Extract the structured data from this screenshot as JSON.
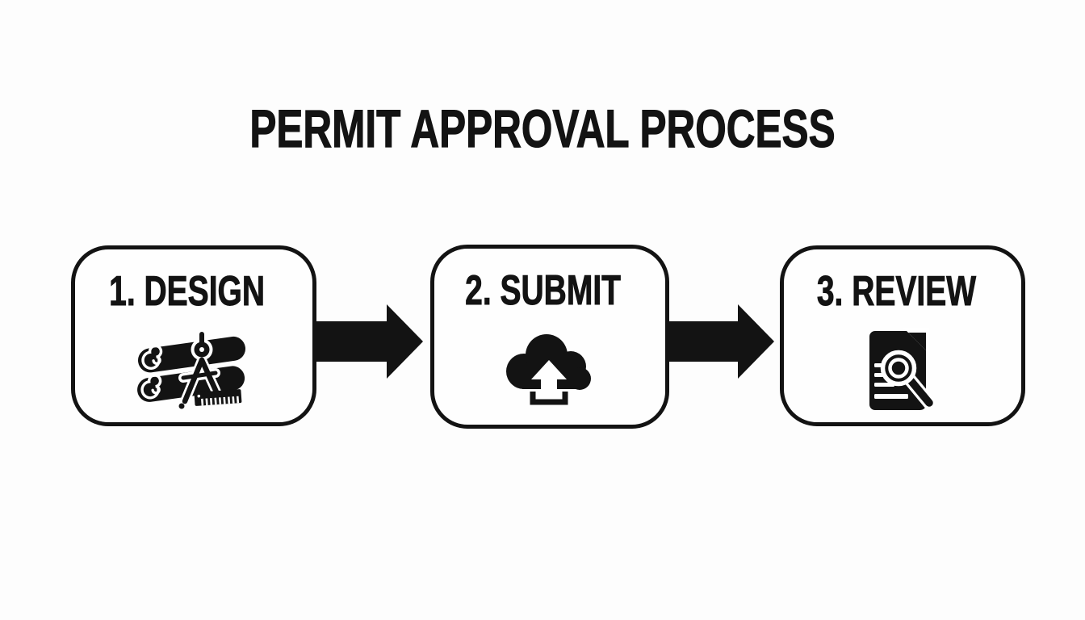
{
  "title": "PERMIT APPROVAL PROCESS",
  "steps": [
    {
      "label": "1. DESIGN",
      "icon": "blueprint-compass-icon"
    },
    {
      "label": "2. SUBMIT",
      "icon": "cloud-upload-icon"
    },
    {
      "label": "3. REVIEW",
      "icon": "document-magnifier-icon"
    }
  ],
  "connectors": [
    {
      "type": "arrow-right"
    },
    {
      "type": "arrow-right"
    }
  ],
  "colors": {
    "ink": "#131313",
    "background": "#fdfdfd",
    "box_fill": "#fefefe"
  }
}
